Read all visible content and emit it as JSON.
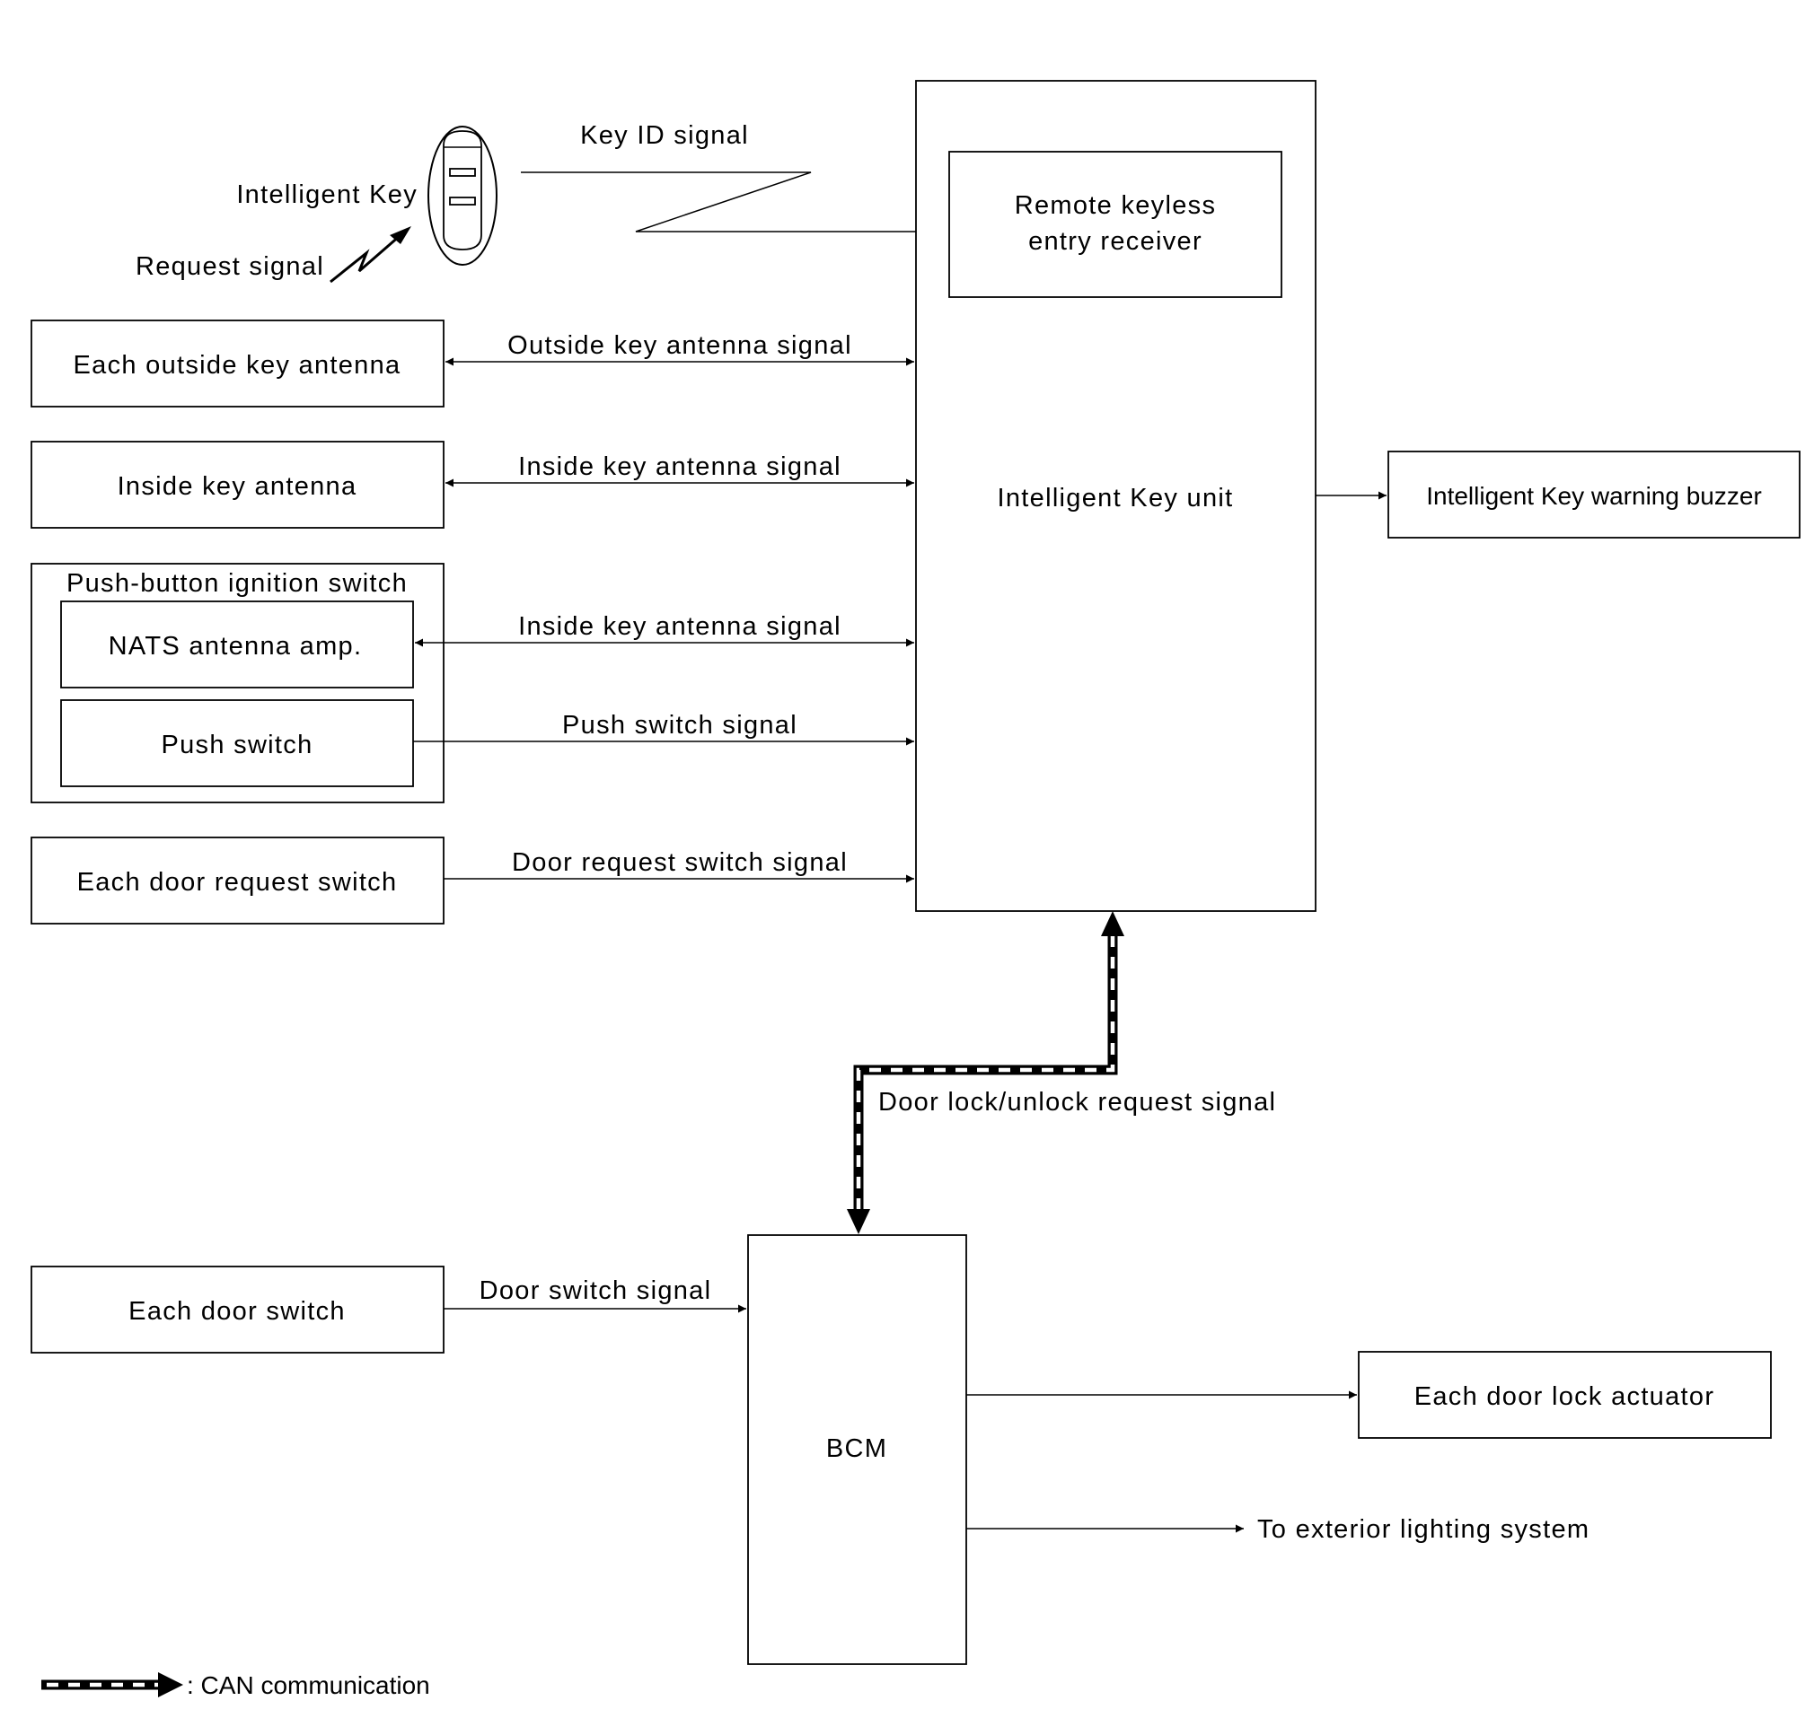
{
  "intelligent_key": {
    "label": "Intelligent Key",
    "request_signal": "Request signal",
    "key_id_signal": "Key ID signal"
  },
  "intelligent_key_unit": {
    "label": "Intelligent Key unit",
    "receiver_line1": "Remote keyless",
    "receiver_line2": "entry receiver"
  },
  "inputs": {
    "outside_antenna": "Each outside key antenna",
    "outside_antenna_signal": "Outside key antenna signal",
    "inside_antenna": "Inside key antenna",
    "inside_antenna_signal": "Inside key antenna signal",
    "push_button_ignition": "Push-button ignition switch",
    "nats_amp": "NATS antenna amp.",
    "nats_signal": "Inside key antenna signal",
    "push_switch": "Push switch",
    "push_switch_signal": "Push switch signal",
    "door_request_switch": "Each door request switch",
    "door_request_signal": "Door request switch signal"
  },
  "outputs": {
    "warning_buzzer": "Intelligent Key warning buzzer"
  },
  "can_link": {
    "label": "Door lock/unlock request signal"
  },
  "bcm": {
    "label": "BCM",
    "door_switch": "Each door switch",
    "door_switch_signal": "Door switch signal",
    "lock_actuator": "Each door lock actuator",
    "exterior_lighting": "To exterior lighting system"
  },
  "legend": {
    "can_label": ": CAN communication"
  }
}
